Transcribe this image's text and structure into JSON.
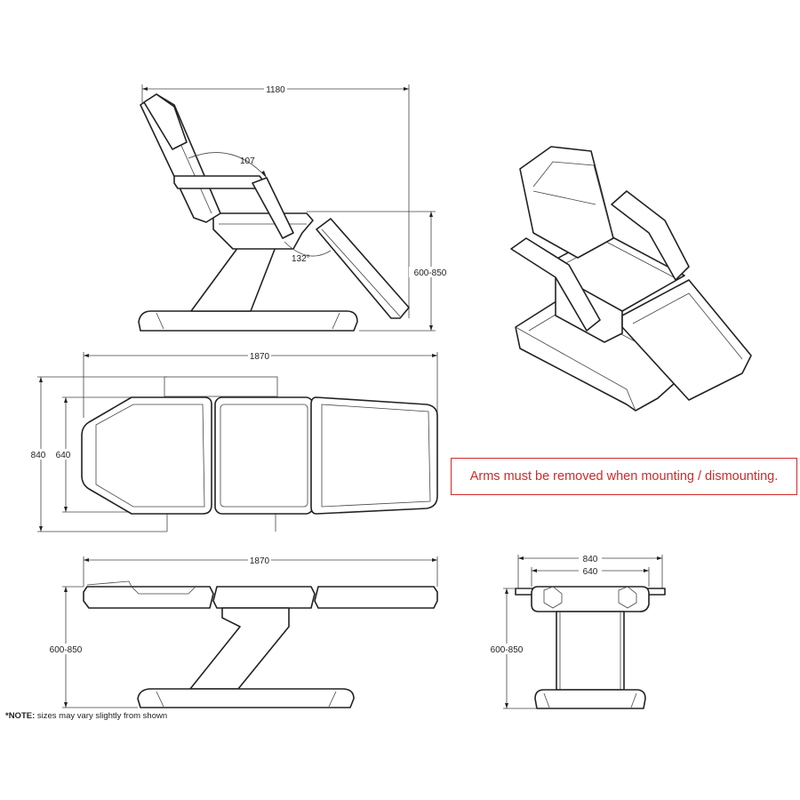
{
  "side_view": {
    "width_label": "1180",
    "angle_back_label": "107",
    "angle_leg_label": "132°",
    "height_label": "600-850"
  },
  "top_view": {
    "length_label": "1870",
    "outer_width_label": "840",
    "inner_width_label": "640"
  },
  "flat_side_view": {
    "length_label": "1870",
    "height_label": "600-850"
  },
  "end_view": {
    "outer_width_label": "840",
    "inner_width_label": "640",
    "height_label": "600-850"
  },
  "notice": {
    "text": "Arms must be removed when mounting / dismounting."
  },
  "footnote": {
    "bold": "*NOTE:",
    "text": " sizes may vary slightly from shown"
  },
  "colors": {
    "notice": "#d12a2a",
    "line": "#222222"
  }
}
